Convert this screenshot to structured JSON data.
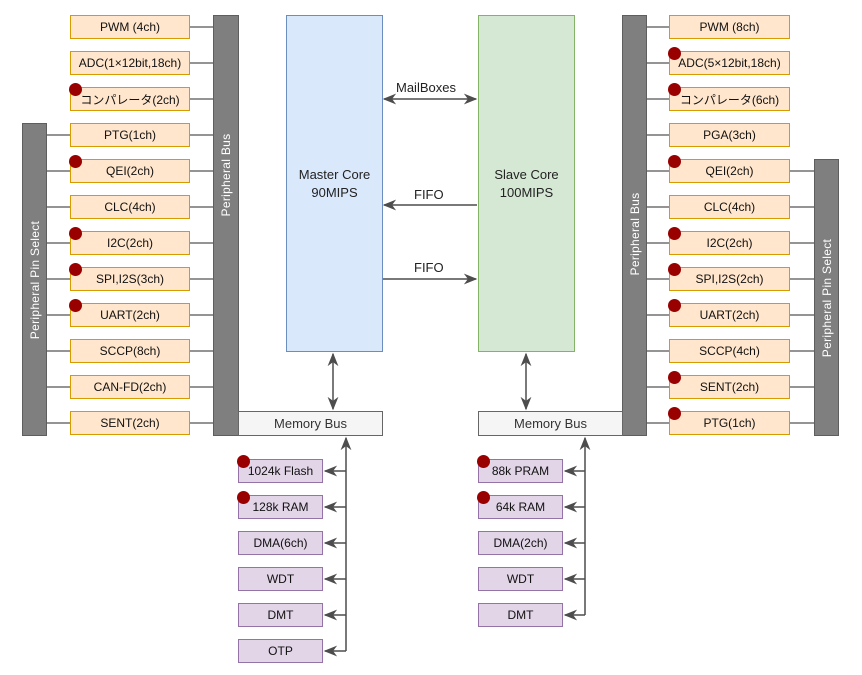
{
  "colors": {
    "peripheral_fill": "#ffe6cc",
    "peripheral_border": "#d79b00",
    "memory_fill": "#e1d5e7",
    "memory_border": "#9673a6",
    "bus_fill": "#7f7f7f",
    "master_fill": "#dae8fc",
    "slave_fill": "#d5e8d4",
    "marker": "#990000"
  },
  "master": {
    "core": {
      "name": "Master Core",
      "speed": "90MIPS"
    },
    "peripheral_bus_label": "Peripheral Bus",
    "pin_select_label": "Peripheral Pin Select",
    "memory_bus_label": "Memory Bus",
    "peripherals": [
      {
        "label": "PWM (4ch)",
        "marked": false,
        "pps": false
      },
      {
        "label": "ADC(1×12bit,18ch)",
        "marked": false,
        "pps": false
      },
      {
        "label": "コンパレータ(2ch)",
        "marked": true,
        "pps": false
      },
      {
        "label": "PTG(1ch)",
        "marked": false,
        "pps": true
      },
      {
        "label": "QEI(2ch)",
        "marked": true,
        "pps": true
      },
      {
        "label": "CLC(4ch)",
        "marked": false,
        "pps": true
      },
      {
        "label": "I2C(2ch)",
        "marked": true,
        "pps": true
      },
      {
        "label": "SPI,I2S(3ch)",
        "marked": true,
        "pps": true
      },
      {
        "label": "UART(2ch)",
        "marked": true,
        "pps": true
      },
      {
        "label": "SCCP(8ch)",
        "marked": false,
        "pps": true
      },
      {
        "label": "CAN-FD(2ch)",
        "marked": false,
        "pps": true
      },
      {
        "label": "SENT(2ch)",
        "marked": false,
        "pps": true
      }
    ],
    "memory": [
      {
        "label": "1024k Flash",
        "marked": true
      },
      {
        "label": "128k RAM",
        "marked": true
      },
      {
        "label": "DMA(6ch)",
        "marked": false
      },
      {
        "label": "WDT",
        "marked": false
      },
      {
        "label": "DMT",
        "marked": false
      },
      {
        "label": "OTP",
        "marked": false
      }
    ]
  },
  "slave": {
    "core": {
      "name": "Slave Core",
      "speed": "100MIPS"
    },
    "peripheral_bus_label": "Peripheral Bus",
    "pin_select_label": "Peripheral Pin Select",
    "memory_bus_label": "Memory Bus",
    "peripherals": [
      {
        "label": "PWM (8ch)",
        "marked": false,
        "pps": false
      },
      {
        "label": "ADC(5×12bit,18ch)",
        "marked": true,
        "pps": false
      },
      {
        "label": "コンパレータ(6ch)",
        "marked": true,
        "pps": false
      },
      {
        "label": "PGA(3ch)",
        "marked": false,
        "pps": false
      },
      {
        "label": "QEI(2ch)",
        "marked": true,
        "pps": true
      },
      {
        "label": "CLC(4ch)",
        "marked": false,
        "pps": true
      },
      {
        "label": "I2C(2ch)",
        "marked": true,
        "pps": true
      },
      {
        "label": "SPI,I2S(2ch)",
        "marked": true,
        "pps": true
      },
      {
        "label": "UART(2ch)",
        "marked": true,
        "pps": true
      },
      {
        "label": "SCCP(4ch)",
        "marked": false,
        "pps": true
      },
      {
        "label": "SENT(2ch)",
        "marked": true,
        "pps": true
      },
      {
        "label": "PTG(1ch)",
        "marked": true,
        "pps": true
      }
    ],
    "memory": [
      {
        "label": "88k PRAM",
        "marked": true
      },
      {
        "label": "64k RAM",
        "marked": true
      },
      {
        "label": "DMA(2ch)",
        "marked": false
      },
      {
        "label": "WDT",
        "marked": false
      },
      {
        "label": "DMT",
        "marked": false
      }
    ]
  },
  "links": {
    "mailboxes": "MailBoxes",
    "fifo_slave_to_master": "FIFO",
    "fifo_master_to_slave": "FIFO"
  }
}
